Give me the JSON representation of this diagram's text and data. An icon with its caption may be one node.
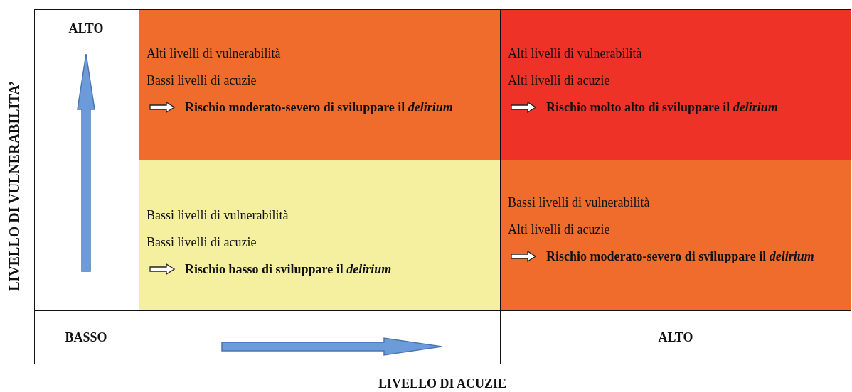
{
  "diagram": {
    "nodes": [
      {
        "text": [
          "Alti livelli di vulnerabilità",
          "Bassi livelli di acuzie",
          "Rischio moderato-severo di sviluppare il *delirium*"
        ]
      },
      {
        "text": [
          "Alti livelli di vulnerabilità",
          "Alti livelli di acuzie",
          "Rischio molto alto di sviluppare il *delirium*"
        ]
      },
      {
        "text": [
          "Bassi livelli di vulnerabilità",
          "Bassi livelli di acuzie",
          "Rischio basso di sviluppare il *delirium*"
        ]
      },
      {
        "text": [
          "Bassi livelli di vulnerabilità",
          "Alti livelli di acuzie",
          "Rischio moderato-severo di sviluppare il *delirium*"
        ]
      }
    ],
    "labels": [
      "LIVELLO DI VULNERABILITA’",
      "ALTO",
      "BASSO",
      "ALTO",
      "LIVELLO DI ACUZIE"
    ]
  }
}
